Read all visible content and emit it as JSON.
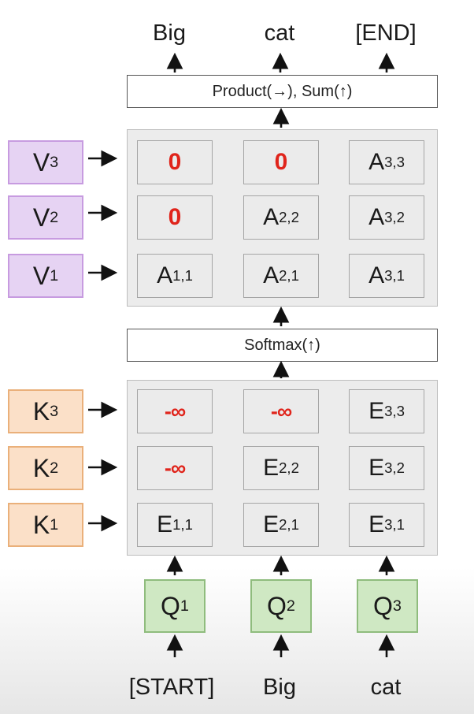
{
  "outputs": [
    "Big",
    "cat",
    "[END]"
  ],
  "inputs": [
    "[START]",
    "Big",
    "cat"
  ],
  "product_bar": "Product(→),  Sum(↑)",
  "softmax_bar": "Softmax(↑)",
  "values": [
    {
      "main": "V",
      "sub": "3"
    },
    {
      "main": "V",
      "sub": "2"
    },
    {
      "main": "V",
      "sub": "1"
    }
  ],
  "keys": [
    {
      "main": "K",
      "sub": "3"
    },
    {
      "main": "K",
      "sub": "2"
    },
    {
      "main": "K",
      "sub": "1"
    }
  ],
  "queries": [
    {
      "main": "Q",
      "sub": "1"
    },
    {
      "main": "Q",
      "sub": "2"
    },
    {
      "main": "Q",
      "sub": "3"
    }
  ],
  "attention_grid": [
    [
      {
        "main": "0",
        "sub": "",
        "kind": "zero"
      },
      {
        "main": "0",
        "sub": "",
        "kind": "zero"
      },
      {
        "main": "A",
        "sub": "3,3",
        "kind": "val"
      }
    ],
    [
      {
        "main": "0",
        "sub": "",
        "kind": "zero"
      },
      {
        "main": "A",
        "sub": "2,2",
        "kind": "val"
      },
      {
        "main": "A",
        "sub": "3,2",
        "kind": "val"
      }
    ],
    [
      {
        "main": "A",
        "sub": "1,1",
        "kind": "val"
      },
      {
        "main": "A",
        "sub": "2,1",
        "kind": "val"
      },
      {
        "main": "A",
        "sub": "3,1",
        "kind": "val"
      }
    ]
  ],
  "score_grid": [
    [
      {
        "main": "-∞",
        "sub": "",
        "kind": "neg"
      },
      {
        "main": "-∞",
        "sub": "",
        "kind": "neg"
      },
      {
        "main": "E",
        "sub": "3,3",
        "kind": "val"
      }
    ],
    [
      {
        "main": "-∞",
        "sub": "",
        "kind": "neg"
      },
      {
        "main": "E",
        "sub": "2,2",
        "kind": "val"
      },
      {
        "main": "E",
        "sub": "3,2",
        "kind": "val"
      }
    ],
    [
      {
        "main": "E",
        "sub": "1,1",
        "kind": "val"
      },
      {
        "main": "E",
        "sub": "2,1",
        "kind": "val"
      },
      {
        "main": "E",
        "sub": "3,1",
        "kind": "val"
      }
    ]
  ],
  "colors": {
    "masked_text": "#e0241b",
    "value_box": "#e6d3f3",
    "key_box": "#fbe0c8",
    "query_box": "#cfe8c3",
    "panel": "#ececec"
  }
}
